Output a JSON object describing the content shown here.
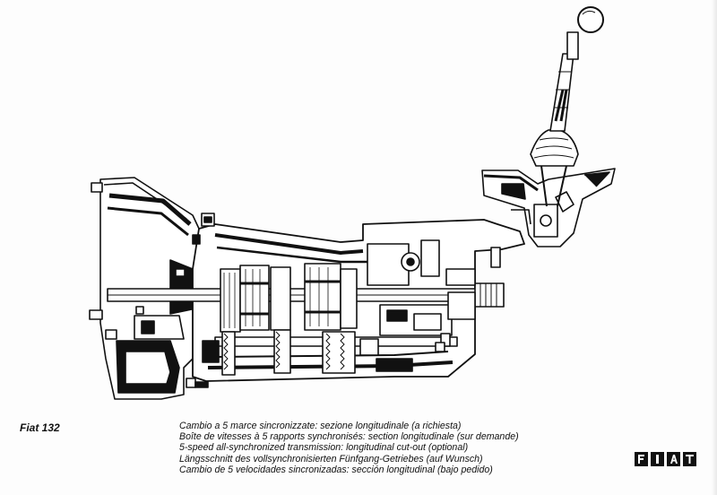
{
  "document": {
    "model_label": "Fiat 132",
    "captions": [
      "Cambio a 5 marce sincronizzate: sezione longitudinale (a richiesta)",
      "Boîte de vitesses à 5 rapports synchronisés: section longitudinale (sur demande)",
      "5-speed all-synchronized transmission: longitudinal cut-out (optional)",
      "Längsschnitt des vollsynchronisierten Fünfgang-Getriebes (auf Wunsch)",
      "Cambio de 5 velocidades sincronizadas: sección longitudinal (bajo pedido)"
    ],
    "brand_logo_text": "FIAT"
  },
  "colors": {
    "ink": "#111111",
    "paper": "#fdfdfd"
  },
  "illustration": {
    "subject": "gearbox-cutaway",
    "style": "black and white technical line drawing"
  }
}
